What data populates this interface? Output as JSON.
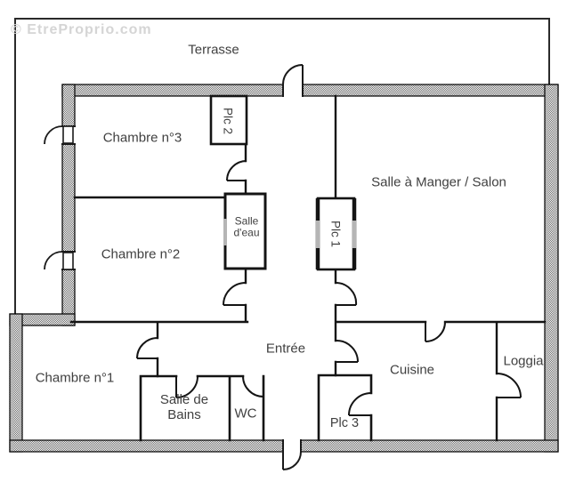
{
  "watermark": {
    "text": "© EtreProprio.com",
    "color": "#d5d5d5"
  },
  "plan": {
    "type": "apartment-floor-plan",
    "colors": {
      "background": "#ffffff",
      "wall_hatch": "#6b6b6b",
      "wall_outline": "#1a1a1a",
      "label_text": "#404040",
      "closet_door_gap": "#b5b5b5"
    },
    "rooms": [
      {
        "id": "terrasse",
        "label": "Terrasse"
      },
      {
        "id": "chambre-3",
        "label": "Chambre n°3"
      },
      {
        "id": "placard-2",
        "label": "Plc 2"
      },
      {
        "id": "salle-a-manger-salon",
        "label": "Salle à Manger / Salon"
      },
      {
        "id": "chambre-2",
        "label": "Chambre n°2"
      },
      {
        "id": "salle-d-eau",
        "label": "Salle d'eau"
      },
      {
        "id": "placard-1",
        "label": "Plc 1"
      },
      {
        "id": "chambre-1",
        "label": "Chambre n°1"
      },
      {
        "id": "entree",
        "label": "Entrée"
      },
      {
        "id": "salle-de-bains",
        "label": "Salle de Bains"
      },
      {
        "id": "wc",
        "label": "WC"
      },
      {
        "id": "placard-3",
        "label": "Plc 3"
      },
      {
        "id": "cuisine",
        "label": "Cuisine"
      },
      {
        "id": "loggia",
        "label": "Loggia"
      }
    ]
  }
}
